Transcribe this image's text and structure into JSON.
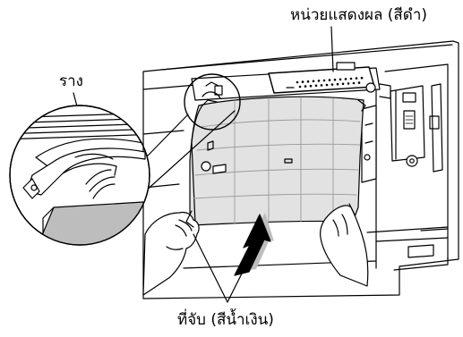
{
  "labels": {
    "display_unit": "หน่วยแสดงผล (สีดำ)",
    "rail": "ราง",
    "grip": "ที่จับ (สีน้ำเงิน)"
  },
  "colors": {
    "line": "#000000",
    "filter_fill": "#e2e2e2",
    "filter_mesh": "#9a9a9a",
    "shadow_fill": "#bdbdbd",
    "background": "#ffffff"
  }
}
